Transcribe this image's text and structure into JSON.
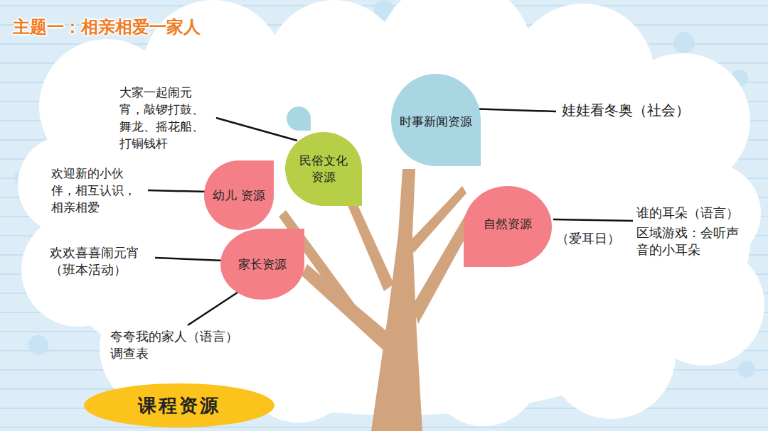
{
  "diagram": {
    "title": "主题一：相亲相爱一家人",
    "nodes": [
      {
        "text": [
          "时事新闻资源"
        ]
      },
      {
        "text": [
          "民俗文化 资源"
        ]
      },
      {
        "text": [
          "幼儿 资源"
        ]
      },
      {
        "text": [
          "自然资源"
        ]
      },
      {
        "text": [
          "家长资源"
        ]
      },
      {
        "text": [
          "课程资源"
        ]
      }
    ],
    "labels": [
      "大家一起闹元 宵，敲锣打鼓、 舞龙、摇花船、 打铜钱杆",
      "娃娃看冬奥（社会）",
      "欢迎新的小伙 伴，相互认识， 相亲相爱",
      "谁的耳朵（语言）",
      "区域游戏：会听声 音的小耳朵",
      "（爱耳日）",
      "欢欢喜喜闹元宵 （班本活动）",
      "夸夸我的家人（语言） 调查表"
    ]
  }
}
